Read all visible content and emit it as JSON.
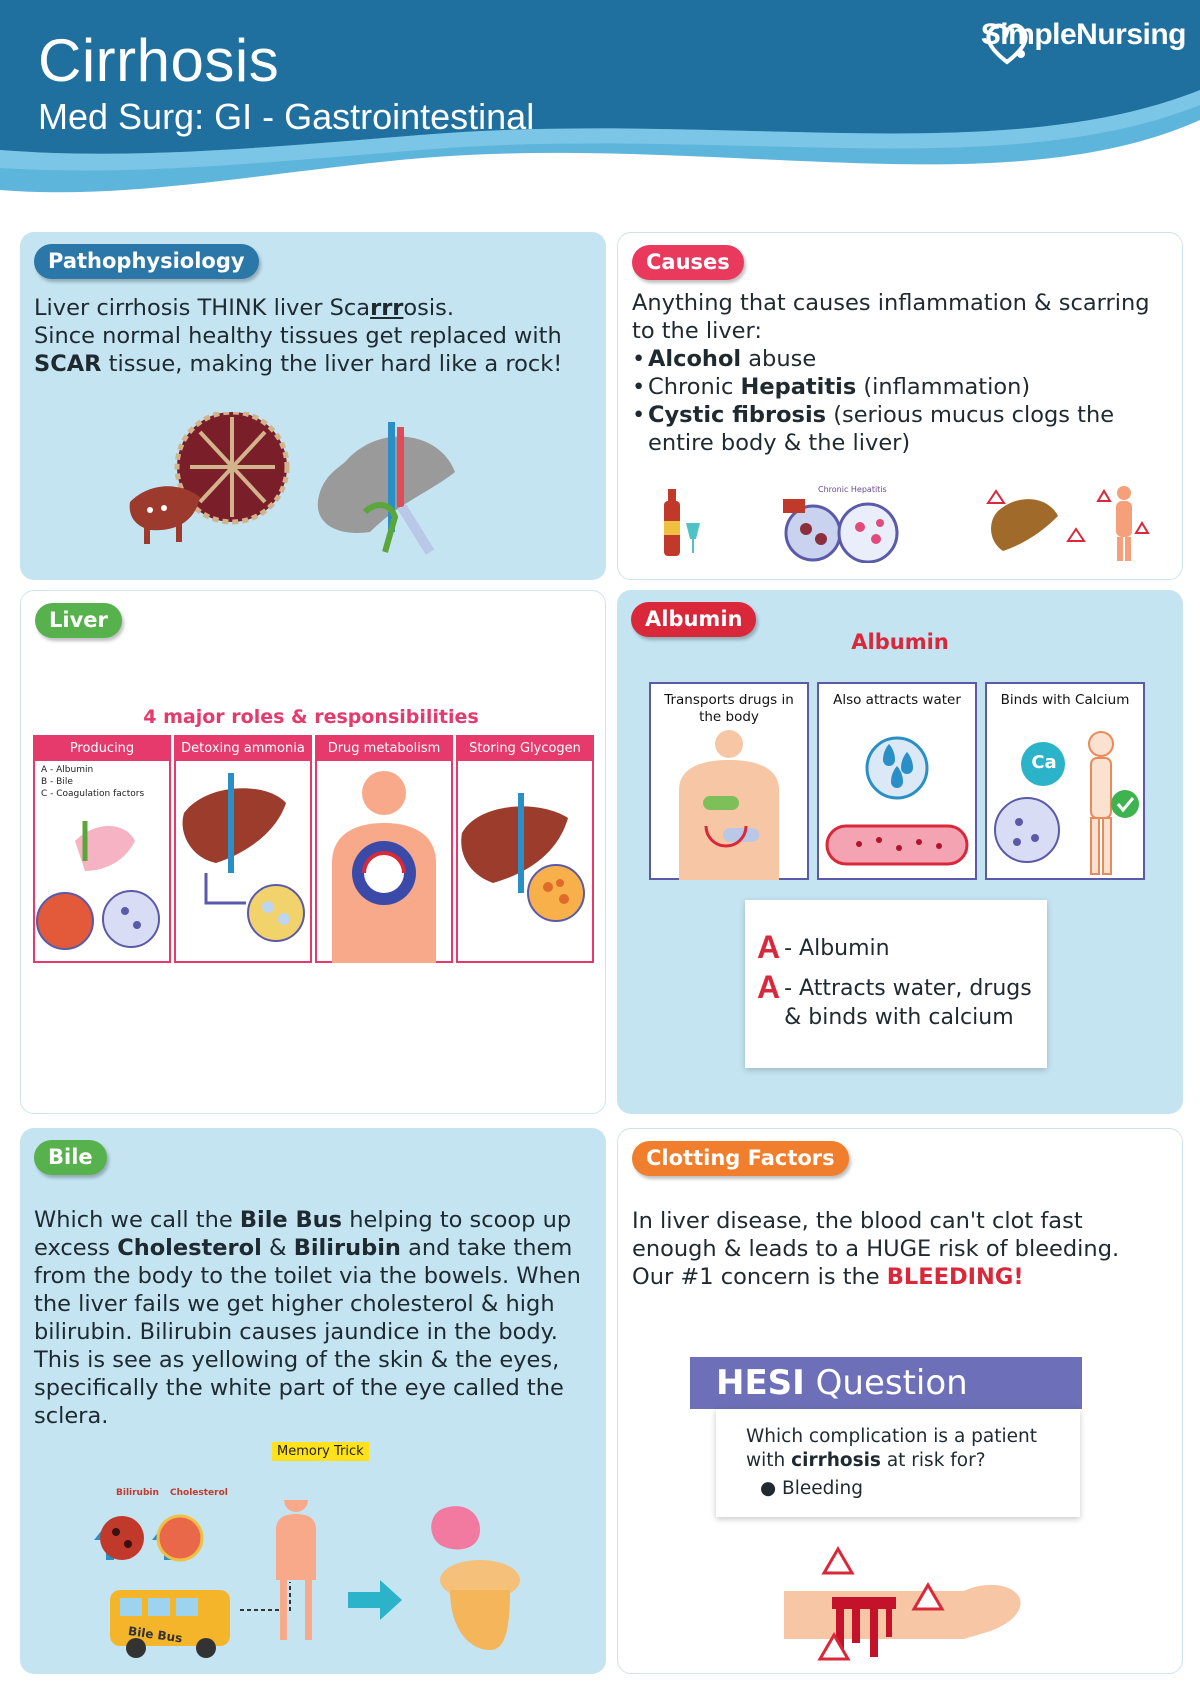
{
  "header": {
    "title": "Cirrhosis",
    "subtitle": "Med Surg: GI - Gastrointestinal",
    "brand": "SimpleNursing"
  },
  "pathophysiology": {
    "label": "Pathophysiology",
    "line1_pre": "Liver cirrhosis THINK liver Sca",
    "line1_em": "rrr",
    "line1_post": "osis.",
    "line2": "Since normal healthy tissues get replaced with",
    "line3_bold": "SCAR",
    "line3_rest": " tissue, making the liver hard like a rock!"
  },
  "causes": {
    "label": "Causes",
    "intro": "Anything that causes inflammation & scarring to the liver:",
    "items": [
      {
        "bold": "Alcohol",
        "rest": " abuse",
        "pre": ""
      },
      {
        "pre": "Chronic ",
        "bold": "Hepatitis",
        "rest": " (inflammation)"
      },
      {
        "pre": "",
        "bold": "Cystic fibrosis",
        "rest": " (serious mucus clogs the entire body & the liver)"
      }
    ],
    "hepatitis_label": "Chronic Hepatitis"
  },
  "liver": {
    "label": "Liver",
    "roles_title": "4 major roles & responsibilities",
    "roles": [
      {
        "title": "Producing",
        "items": [
          "A - Albumin",
          "B - Bile",
          "C - Coagulation factors"
        ]
      },
      {
        "title": "Detoxing ammonia"
      },
      {
        "title": "Drug metabolism"
      },
      {
        "title": "Storing Glycogen"
      }
    ]
  },
  "albumin": {
    "label": "Albumin",
    "title": "Albumin",
    "cards": [
      "Transports drugs in the body",
      "Also attracts water",
      "Binds with Calcium"
    ],
    "calcium_symbol": "Ca",
    "mnemonic": [
      {
        "letter": "A",
        "text": "- Albumin"
      },
      {
        "letter": "A",
        "text": "- Attracts water, drugs & binds with calcium"
      }
    ]
  },
  "bile": {
    "label": "Bile",
    "p_pre": "Which we call the ",
    "p_bold1": "Bile Bus",
    "p_mid1": " helping to scoop up excess ",
    "p_bold2": "Cholesterol",
    "p_mid2": " & ",
    "p_bold3": "Bilirubin",
    "p_post": " and take them from the body to the toilet via the bowels. When the liver fails we get higher cholesterol & high bilirubin. Bilirubin causes jaundice in the body. This is see as yellowing of the skin & the eyes, specifically the white part of the eye called the sclera.",
    "memory_trick": "Memory Trick",
    "bilirubin_label": "Bilirubin",
    "cholesterol_label": "Cholesterol",
    "bus_label": "Bile Bus"
  },
  "clotting": {
    "label": "Clotting Factors",
    "line1": "In liver disease, the blood can't clot fast enough & leads to a HUGE risk of bleeding.",
    "line2_pre": "Our #1 concern is the ",
    "line2_em": "BLEEDING!",
    "hesi_bold": "HESI",
    "hesi_rest": " Question",
    "question_pre": "Which complication is a patient with ",
    "question_bold": "cirrhosis",
    "question_post": " at risk for?",
    "answer": "Bleeding"
  },
  "colors": {
    "header_dark": "#1f6f9f",
    "header_light": "#5eb5dc",
    "panel_blue": "#c4e4f2",
    "pink": "#e93a5d",
    "green": "#57b24e",
    "red": "#d9283a",
    "orange": "#f07e2c",
    "navy": "#2b78a8",
    "hesi_purple": "#6d6fb8"
  }
}
